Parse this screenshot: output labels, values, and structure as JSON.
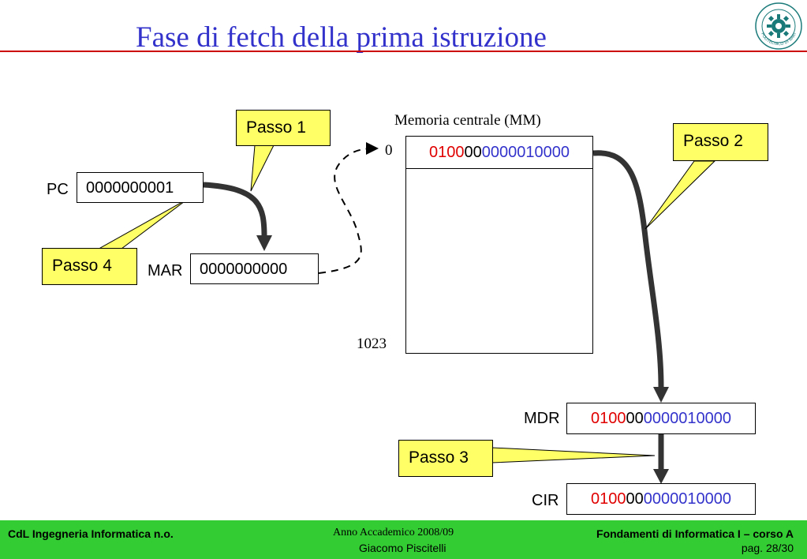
{
  "title": "Fase di fetch della prima istruzione",
  "colors": {
    "title": "#3333cc",
    "rule": "#cc0000",
    "callout": "#ffff66",
    "footer": "#33cc33",
    "opcode": "#e00000",
    "address": "#3333cc"
  },
  "registers": {
    "pc": {
      "label": "PC",
      "value": "0000000001"
    },
    "mar": {
      "label": "MAR",
      "value": "0000000000"
    },
    "mdr": {
      "label": "MDR",
      "value_parts": [
        "0100",
        "00",
        "0000010000"
      ]
    },
    "cir": {
      "label": "CIR",
      "value_parts": [
        "0100",
        "00",
        "0000010000"
      ]
    }
  },
  "memory": {
    "label": "Memoria centrale (MM)",
    "first_address": "0",
    "last_address": "1023",
    "first_word_parts": [
      "0100",
      "00",
      "0000010000"
    ]
  },
  "steps": [
    "Passo 1",
    "Passo 2",
    "Passo 3",
    "Passo 4"
  ],
  "logo": {
    "icon": "university-seal-icon",
    "text": "POLITECNICO DI BARI"
  },
  "footer": {
    "left": "CdL Ingegneria Informatica n.o.",
    "center_line1": "Anno Accademico 2008/09",
    "center_line2": "Giacomo Piscitelli",
    "right_line1": "Fondamenti di Informatica I – corso A",
    "right_line2": "pag. 28/30"
  }
}
